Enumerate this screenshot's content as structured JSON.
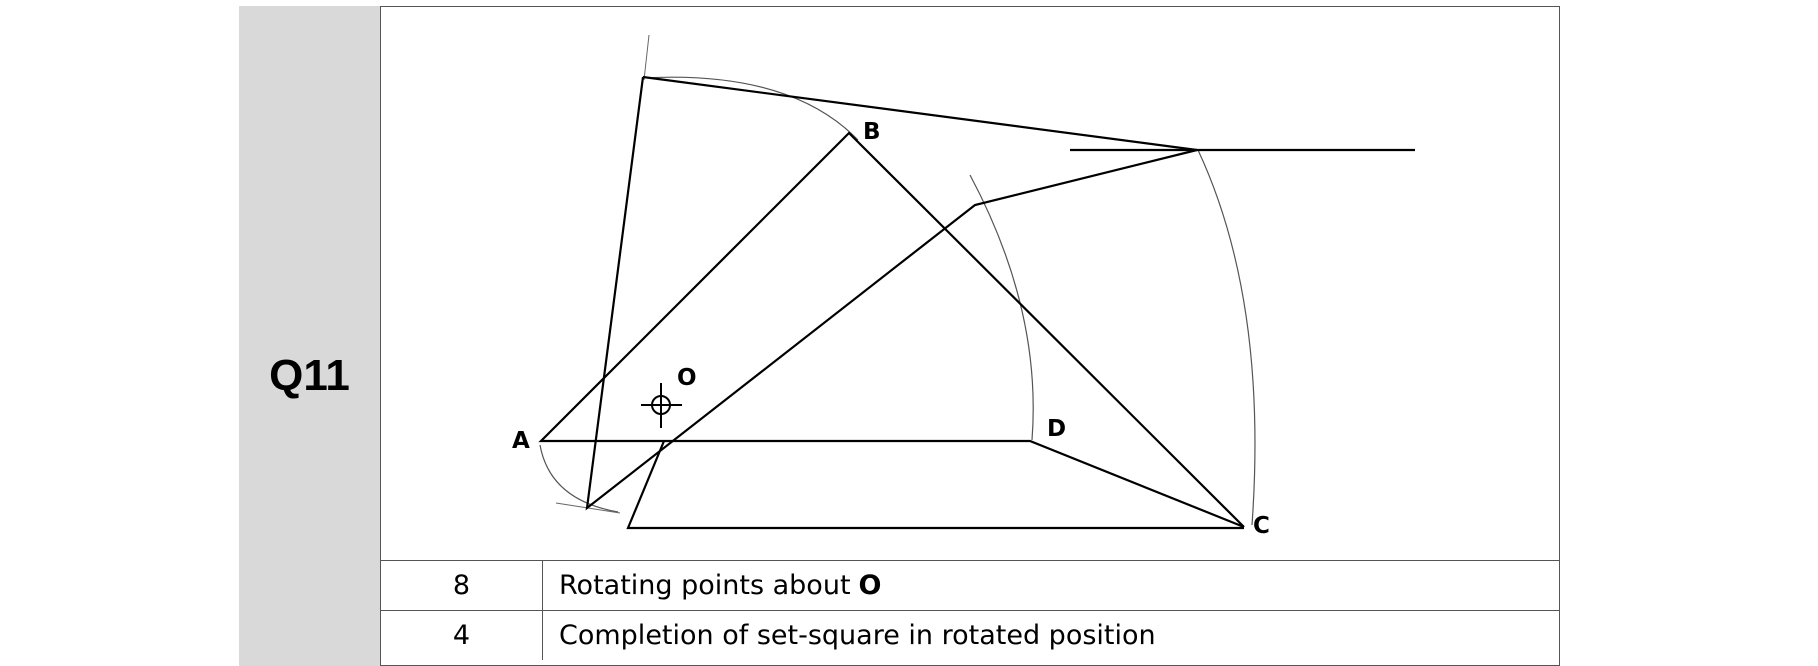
{
  "question": {
    "label": "Q11"
  },
  "diagram": {
    "points": {
      "A": "A",
      "B": "B",
      "C": "C",
      "D": "D",
      "O": "O"
    }
  },
  "marking": {
    "rows": [
      {
        "mark": "8",
        "text": "Rotating points about",
        "emphasis": "O"
      },
      {
        "mark": "4",
        "text": "Completion of set-square in rotated position",
        "emphasis": ""
      }
    ]
  }
}
